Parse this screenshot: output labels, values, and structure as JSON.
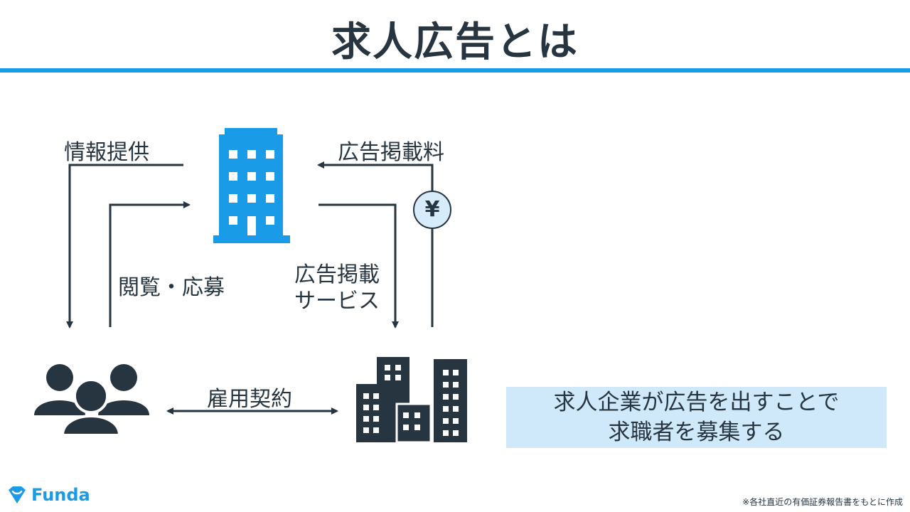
{
  "header": {
    "title": "求人広告とは"
  },
  "labels": {
    "info_provision": "情報提供",
    "ad_fee": "広告掲載料",
    "browse_apply": "閲覧・応募",
    "ad_service_line1": "広告掲載",
    "ad_service_line2": "サービス",
    "employment_contract": "雇用契約",
    "yen": "¥"
  },
  "note": {
    "line1": "求人企業が広告を出すことで",
    "line2": "求職者を募集する"
  },
  "brand": {
    "name": "Funda"
  },
  "footer": {
    "source_note": "※各社直近の有価証券報告書をもとに作成"
  },
  "colors": {
    "accent": "#1a9be8",
    "dark": "#263540",
    "note_bg": "#cfe9fa",
    "yen_bg": "#d7ecfb"
  }
}
